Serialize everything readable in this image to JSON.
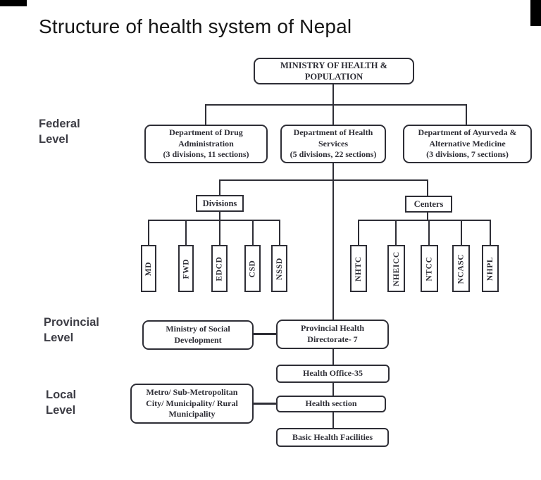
{
  "title": "Structure of health system of Nepal",
  "levels": {
    "federal": "Federal\nLevel",
    "provincial": "Provincial\nLevel",
    "local": "Local\nLevel"
  },
  "nodes": {
    "ministry": "MINISTRY OF HEALTH &\nPOPULATION",
    "dept_drug": "Department of Drug\nAdministration\n(3 divisions, 11 sections)",
    "dept_health": "Department of Health\nServices\n(5 divisions, 22 sections)",
    "dept_ayurveda": "Department of Ayurveda  &\nAlternative Medicine\n(3 divisions, 7 sections)",
    "divisions_header": "Divisions",
    "centers_header": "Centers",
    "ministry_social": "Ministry of Social\nDevelopment",
    "provincial_directorate": "Provincial Health\nDirectorate- 7",
    "health_office": "Health Office-35",
    "local_government": "Metro/ Sub-Metropolitan\nCity/ Municipality/ Rural\nMunicipality",
    "health_section": "Health section",
    "basic_health_facilities": "Basic Health Facilities"
  },
  "divisions": {
    "items": [
      "MD",
      "FWD",
      "EDCD",
      "CSD",
      "NSSD"
    ]
  },
  "centers": {
    "items": [
      "NHTC",
      "NHEICC",
      "NTCC",
      "NCASC",
      "NHPL"
    ]
  },
  "colors": {
    "line": "#2e2e36",
    "box_text": "#2e2e36",
    "label_text": "#3c3c44",
    "background": "#ffffff",
    "artifact": "#000000"
  }
}
